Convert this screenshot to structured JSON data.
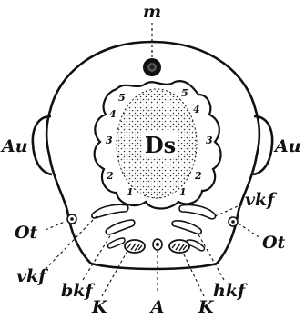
{
  "labels": {
    "top": "m",
    "center": "Ds",
    "left_ear": "Au",
    "right_ear": "Au",
    "left_ot": "Ot",
    "right_ot": "Ot",
    "left_vkf": "vkf",
    "right_vkf": "vkf",
    "bkf": "bkf",
    "left_k": "K",
    "right_k": "K",
    "a": "A",
    "hkf": "hkf"
  },
  "numbers": {
    "l5": "5",
    "r5": "5",
    "l4": "4",
    "r4": "4",
    "l3": "3",
    "r3": "3",
    "l2": "2",
    "r2": "2",
    "l1": "1",
    "r1": "1"
  }
}
